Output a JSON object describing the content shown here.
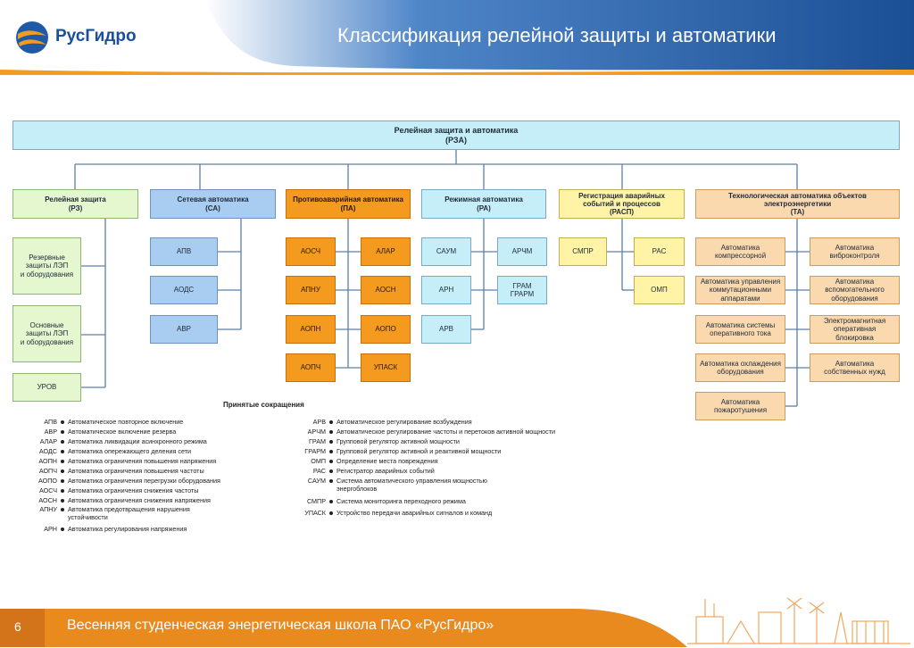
{
  "header": {
    "logo_text": "РусГидро",
    "title": "Классификация релейной защиты и автоматики"
  },
  "diagram": {
    "root": "Релейная защита и автоматика\n(РЗА)",
    "categories": [
      {
        "label": "Релейная защита\n(РЗ)",
        "children": [
          "Резервные\nзащиты ЛЭП\nи оборудования",
          "Основные\nзащиты ЛЭП\nи оборудования",
          "УРОВ"
        ]
      },
      {
        "label": "Сетевая автоматика\n(СА)",
        "children": [
          "АПВ",
          "АОДС",
          "АВР"
        ]
      },
      {
        "label": "Противоаварийная автоматика\n(ПА)",
        "children": [
          "АОСЧ",
          "АЛАР",
          "АПНУ",
          "АОСН",
          "АОПН",
          "АОПО",
          "АОПЧ",
          "УПАСК"
        ]
      },
      {
        "label": "Режимная автоматика\n(РА)",
        "children": [
          "САУМ",
          "АРЧМ",
          "АРН",
          "ГРАМ\nГРАРМ",
          "АРВ"
        ]
      },
      {
        "label": "Регистрация аварийных\nсобытий и процессов\n(РАСП)",
        "children": [
          "СМПР",
          "РАС",
          "ОМП"
        ]
      },
      {
        "label": "Технологическая автоматика объектов\nэлектроэнергетики\n(ТА)",
        "children": [
          "Автоматика\nкомпрессорной",
          "Автоматика\nвиброконтроля",
          "Автоматика управления\nкоммутационными\nаппаратами",
          "Автоматика\nвспомогательного\nоборудования",
          "Автоматика системы\nоперативного тока",
          "Электромагнитная\nоперативная\nблокировка",
          "Автоматика охлаждения\nоборудования",
          "Автоматика\nсобственных нужд",
          "Автоматика\nпожаротушения"
        ]
      }
    ]
  },
  "legend": {
    "title": "Принятые сокращения",
    "left": [
      {
        "abbr": "АПВ",
        "text": "Автоматическое повторное включение"
      },
      {
        "abbr": "АВР",
        "text": "Автоматическое включение резерва"
      },
      {
        "abbr": "АЛАР",
        "text": "Автоматика ликвидации асинхронного режима"
      },
      {
        "abbr": "АОДС",
        "text": "Автоматика опережающего деления сети"
      },
      {
        "abbr": "АОПН",
        "text": "Автоматика ограничения повышения напряжения"
      },
      {
        "abbr": "АОПЧ",
        "text": "Автоматика ограничения повышения частоты"
      },
      {
        "abbr": "АОПО",
        "text": "Автоматика ограничения перегрузки оборудования"
      },
      {
        "abbr": "АОСЧ",
        "text": "Автоматика ограничения снижения частоты"
      },
      {
        "abbr": "АОСН",
        "text": "Автоматика ограничения снижения напряжения"
      },
      {
        "abbr": "АПНУ",
        "text": "Автоматика предотвращения нарушения\nустойчивости"
      },
      {
        "abbr": "АРН",
        "text": "Автоматика регулирования напряжения"
      }
    ],
    "right": [
      {
        "abbr": "АРВ",
        "text": "Автоматическое регулирование возбуждения"
      },
      {
        "abbr": "АРЧМ",
        "text": "Автоматическое регулирование частоты и перетоков активной мощности"
      },
      {
        "abbr": "ГРАМ",
        "text": "Групповой регулятор активной мощности"
      },
      {
        "abbr": "ГРАРМ",
        "text": "Групповой регулятор активной и реактивной мощности"
      },
      {
        "abbr": "ОМП",
        "text": "Определение места повреждения"
      },
      {
        "abbr": "РАС",
        "text": "Регистратор аварийных событий"
      },
      {
        "abbr": "САУМ",
        "text": "Система автоматического управления мощностью\nэнергоблоков"
      },
      {
        "abbr": "СМПР",
        "text": "Система мониторинга переходного режима"
      },
      {
        "abbr": "УПАСК",
        "text": "Устройство передачи аварийных сигналов и команд"
      }
    ]
  },
  "footer": {
    "page_number": "6",
    "text": "Весенняя студенческая энергетическая школа ПАО «РусГидро»"
  },
  "colors": {
    "header_blue": "#1f5fa8",
    "header_orange": "#f39c1f",
    "footer_orange": "#e98a1f"
  }
}
